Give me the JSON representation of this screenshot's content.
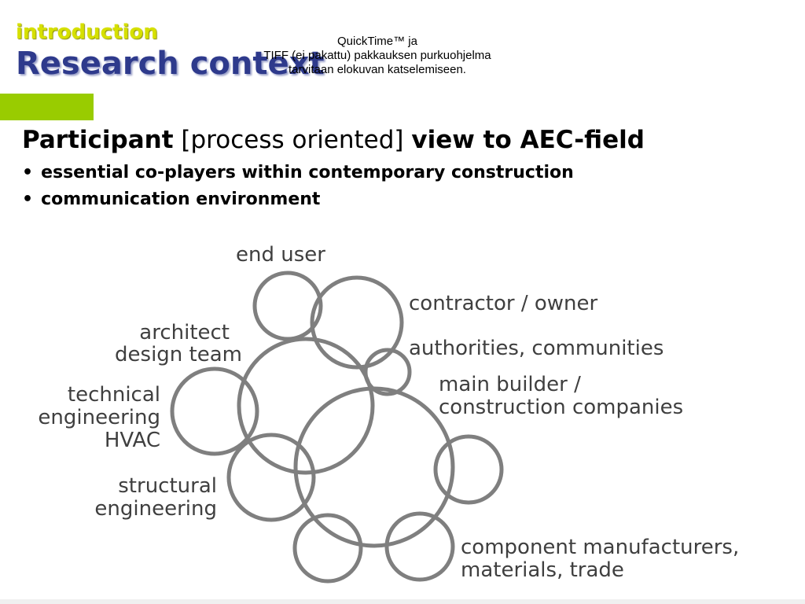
{
  "header": {
    "kicker": "introduction",
    "title": "Research context"
  },
  "quicktime_notice": {
    "line1": "QuickTime™ ja",
    "line2": "TIFF (ei pakattu) pakkauksen purkuohjelma",
    "line3": "tarvitaan elokuvan katselemiseen."
  },
  "subtitle": {
    "part1": "Participant",
    "part2": "[process oriented]",
    "part3": "view to AEC-field"
  },
  "bullets": [
    "essential co-players within contemporary construction",
    "communication environment"
  ],
  "diagram": {
    "labels": {
      "end_user": "end user",
      "contractor_owner": "contractor / owner",
      "authorities": "authorities, communities",
      "architect": [
        "architect",
        "design team"
      ],
      "technical": [
        "technical",
        "engineering",
        "HVAC"
      ],
      "main_builder": [
        "main builder /",
        "construction companies"
      ],
      "structural": [
        "structural",
        "engineering"
      ],
      "component": [
        "component manufacturers,",
        "materials, trade"
      ]
    },
    "line_color": "#7f7f7f"
  },
  "colors": {
    "kicker": "#d6e000",
    "title": "#2e3a8c",
    "accent_bar": "#99cc00"
  }
}
